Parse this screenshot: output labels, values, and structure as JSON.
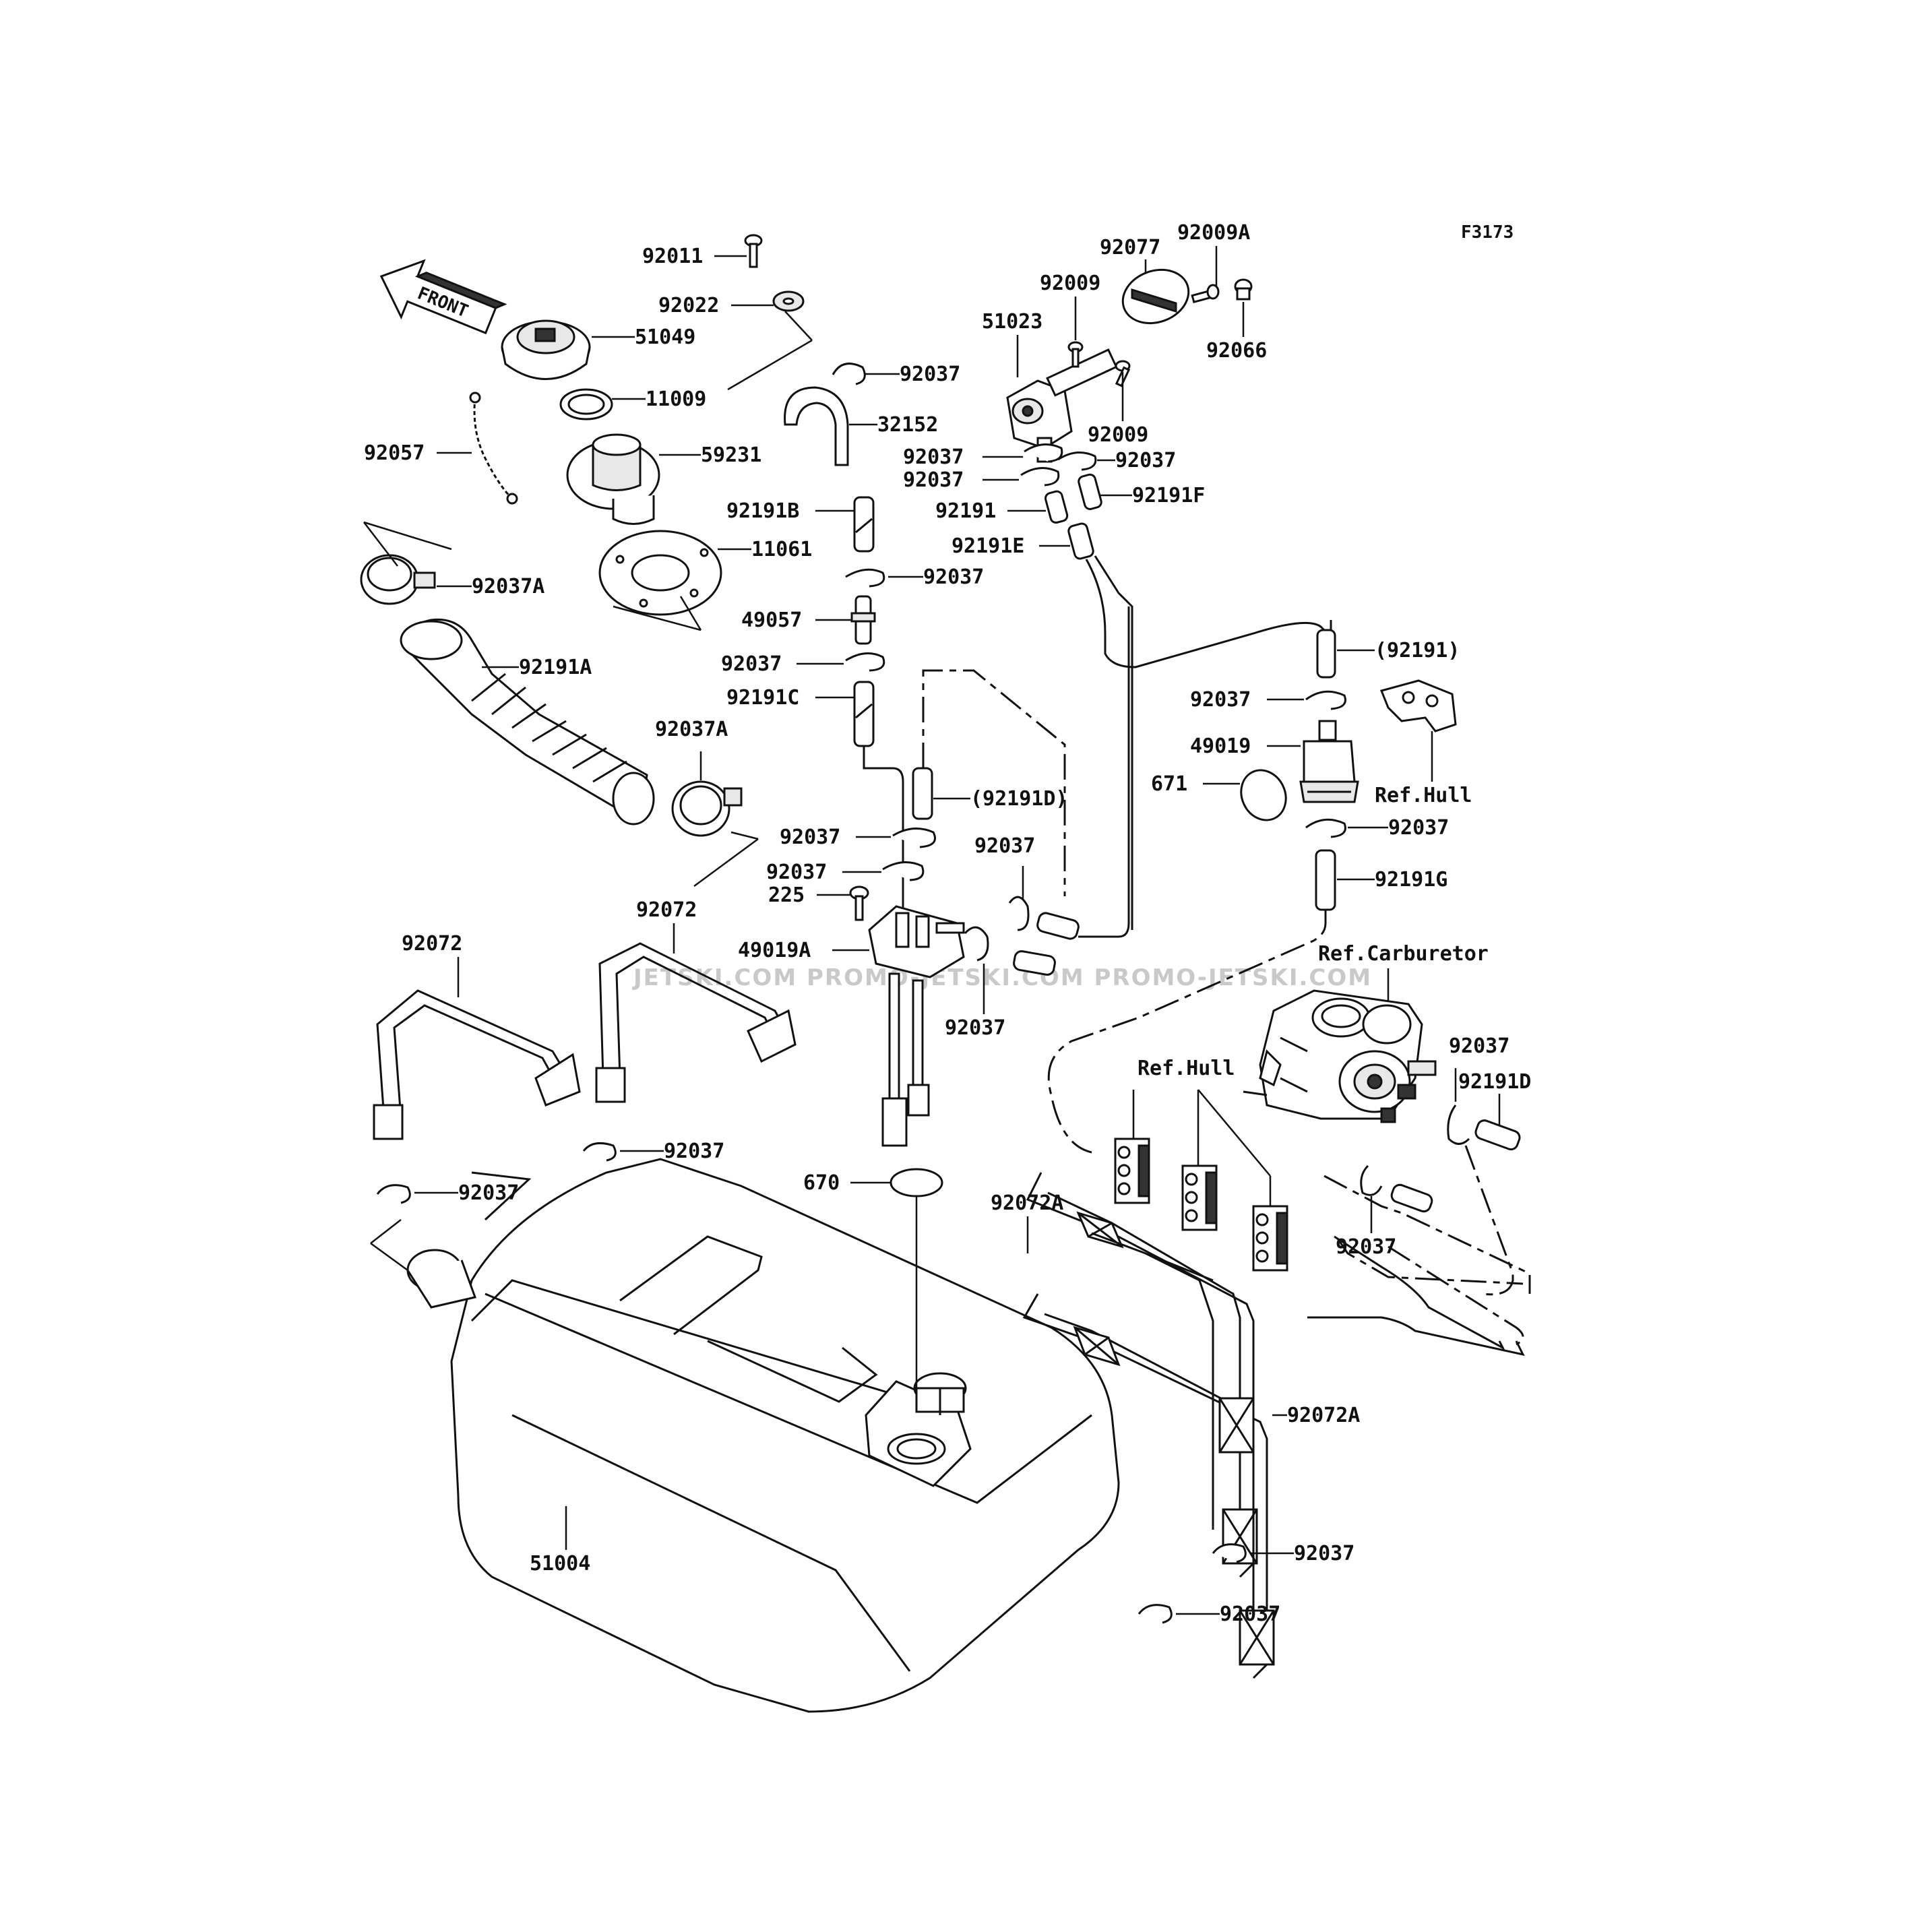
{
  "figure_code": "F3173",
  "front_arrow_label": "FRONT",
  "watermark": "JETSKI.COM  PROMO-JETSKI.COM  PROMO-JETSKI.COM",
  "labels": {
    "p92011": "92011",
    "p92022": "92022",
    "p51049": "51049",
    "p11009": "11009",
    "p92057": "92057",
    "p59231": "59231",
    "p11061": "11061",
    "p92037A_top": "92037A",
    "p92191A": "92191A",
    "p92037A_mid": "92037A",
    "p92072_left": "92072",
    "p92072_mid": "92072",
    "p92037_strapL1": "92037",
    "p92037_strapL2": "92037",
    "p51004": "51004",
    "p92037_clip32152": "92037",
    "p32152": "32152",
    "p92191B": "92191B",
    "p92037_b1": "92037",
    "p49057": "49057",
    "p92037_b2": "92037",
    "p92191C": "92191C",
    "p92191D_paren": "(92191D)",
    "p92037_c1": "92037",
    "p92037_c2": "92037",
    "p225": "225",
    "p49019A": "49019A",
    "p92037_c3": "92037",
    "p92037_c4": "92037",
    "p670": "670",
    "p92072A_top": "92072A",
    "p92072A_bot": "92072A",
    "p92037_bot1": "92037",
    "p92037_bot2": "92037",
    "p51023": "51023",
    "p92009_a": "92009",
    "p92077": "92077",
    "p92009A": "92009A",
    "p92066": "92066",
    "p92009_b": "92009",
    "p92037_v1": "92037",
    "p92037_v2": "92037",
    "p92037_v3": "92037",
    "p92191": "92191",
    "p92191F": "92191F",
    "p92191E": "92191E",
    "p92191_paren": "(92191)",
    "p92037_f1": "92037",
    "p49019": "49019",
    "p671": "671",
    "ref_hull_1": "Ref.Hull",
    "p92037_f2": "92037",
    "p92191G": "92191G",
    "ref_carb": "Ref.Carburetor",
    "ref_hull_2": "Ref.Hull",
    "p92037_carb1": "92037",
    "p92191D": "92191D",
    "p92037_carb2": "92037"
  }
}
